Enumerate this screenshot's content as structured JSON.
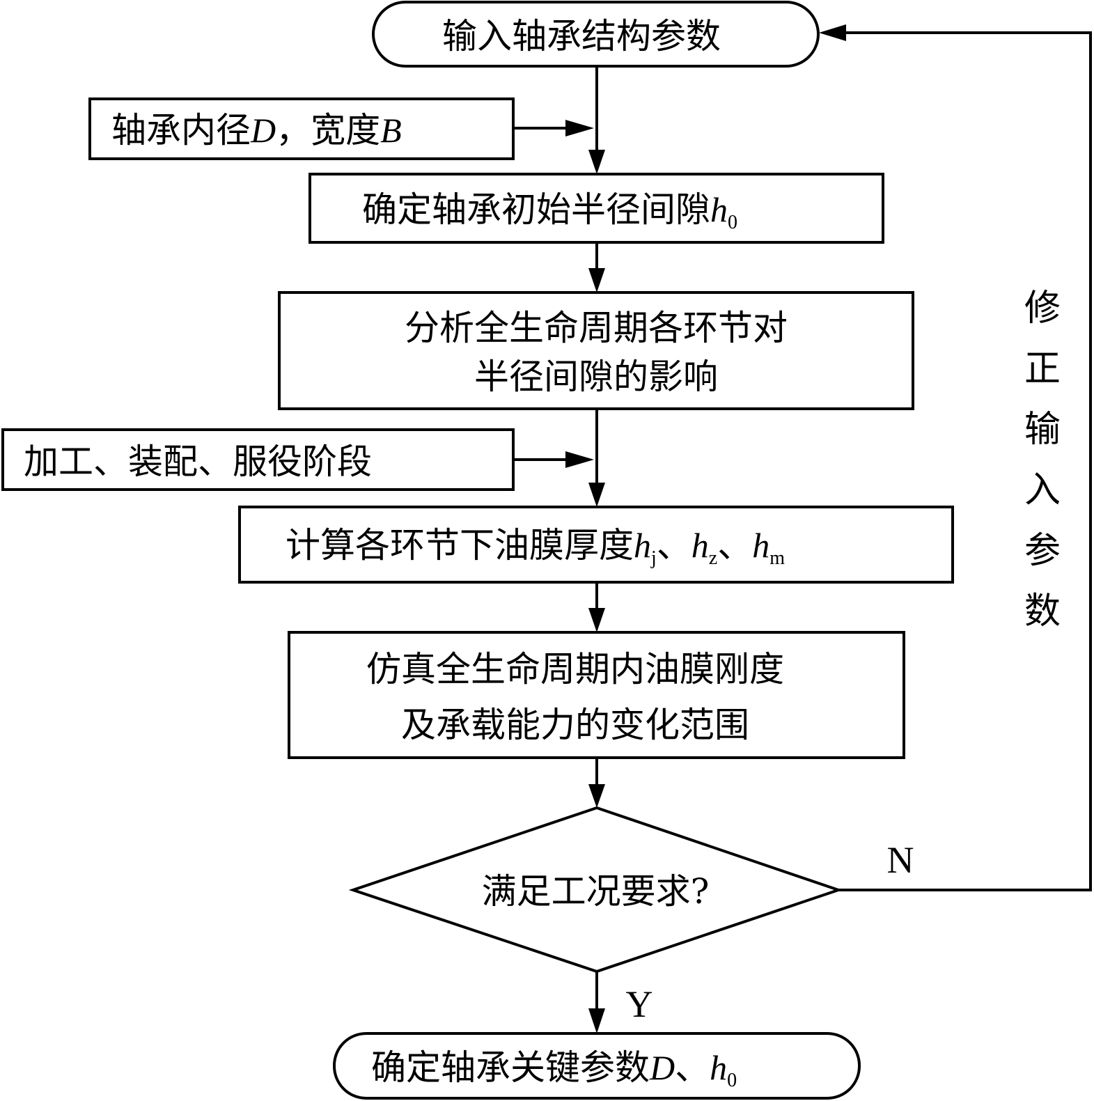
{
  "flowchart": {
    "start": {
      "label": "输入轴承结构参数"
    },
    "input_dim": {
      "label": "轴承内径",
      "var_d": "D",
      "sep": "，宽度",
      "var_b": "B"
    },
    "step_clearance": {
      "label": "确定轴承初始半径间隙",
      "var": "h",
      "sub": "0"
    },
    "step_analyze": {
      "line1": "分析全生命周期各环节对",
      "line2": "半径间隙的影响"
    },
    "input_stages": {
      "label": "加工、装配、服役阶段"
    },
    "step_thickness": {
      "label": "计算各环节下油膜厚度",
      "var1": "h",
      "sub1": "j",
      "sep1": "、",
      "var2": "h",
      "sub2": "z",
      "sep2": "、",
      "var3": "h",
      "sub3": "m"
    },
    "step_simulate": {
      "line1": "仿真全生命周期内油膜刚度",
      "line2": "及承载能力的变化范围"
    },
    "decision": {
      "label": "满足工况要求?"
    },
    "branch_no": "N",
    "branch_yes": "Y",
    "feedback": {
      "chars": [
        "修",
        "正",
        "输",
        "入",
        "参",
        "数"
      ]
    },
    "end": {
      "label": "确定轴承关键参数",
      "var_d": "D",
      "sep": "、",
      "var_h": "h",
      "sub": "0"
    }
  }
}
